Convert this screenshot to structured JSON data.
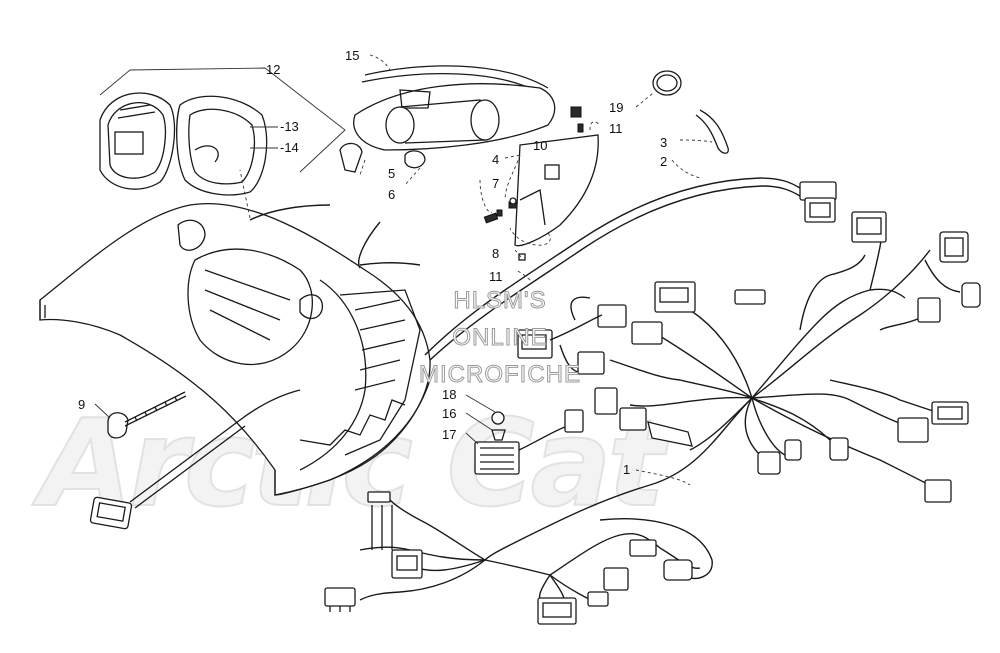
{
  "watermark": {
    "lines": [
      "HLSM'S",
      "ONLINE",
      "MICROFICHE"
    ],
    "logo_text": "Arctic Cat"
  },
  "callouts": {
    "c1": "1",
    "c2": "2",
    "c3": "3",
    "c4": "4",
    "c5": "5",
    "c6": "6",
    "c7": "7",
    "c8": "8",
    "c9": "9",
    "c10": "10",
    "c11a": "11",
    "c11b": "11",
    "c12": "12",
    "c13": "-13",
    "c14": "-14",
    "c15": "15",
    "c16": "16",
    "c17": "17",
    "c18": "18",
    "c19": "19"
  }
}
